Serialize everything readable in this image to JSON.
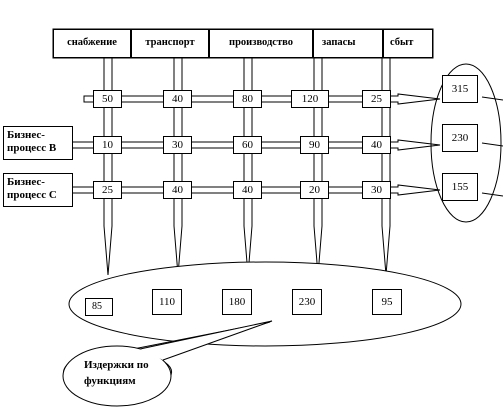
{
  "headers": [
    "снабжение",
    "транспорт",
    "производство",
    "запасы",
    "сбыт"
  ],
  "processes": [
    {
      "label": ""
    },
    {
      "label": "Бизнес-процесс B"
    },
    {
      "label": "Бизнес-процесс C"
    }
  ],
  "matrix": [
    [
      "50",
      "40",
      "80",
      "120",
      "25"
    ],
    [
      "10",
      "30",
      "60",
      "90",
      "40"
    ],
    [
      "25",
      "40",
      "40",
      "20",
      "30"
    ]
  ],
  "process_totals": [
    "315",
    "230",
    "155"
  ],
  "function_totals": [
    "85",
    "110",
    "180",
    "230",
    "95"
  ],
  "callout": "Издержки по функциям"
}
